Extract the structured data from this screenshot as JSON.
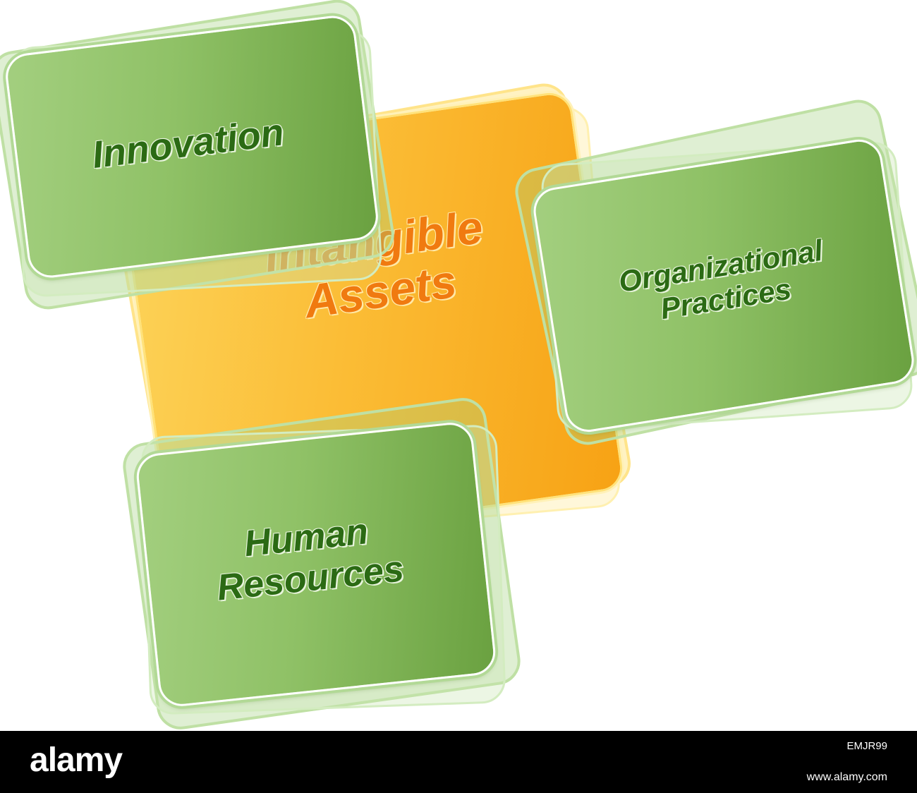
{
  "diagram": {
    "center": {
      "line1": "Intangible",
      "line2": "Assets"
    },
    "innovation": {
      "line1": "Innovation"
    },
    "organizational": {
      "line1": "Organizational",
      "line2": "Practices"
    },
    "human": {
      "line1": "Human",
      "line2": "Resources"
    }
  },
  "footer": {
    "brand": "alamy",
    "image_code": "EMJR99",
    "site": "www.alamy.com"
  },
  "colors": {
    "green_text": "#2b6a14",
    "orange_text": "#f07a10",
    "green_box": "#8fc166",
    "orange_box": "#fbbd36"
  }
}
